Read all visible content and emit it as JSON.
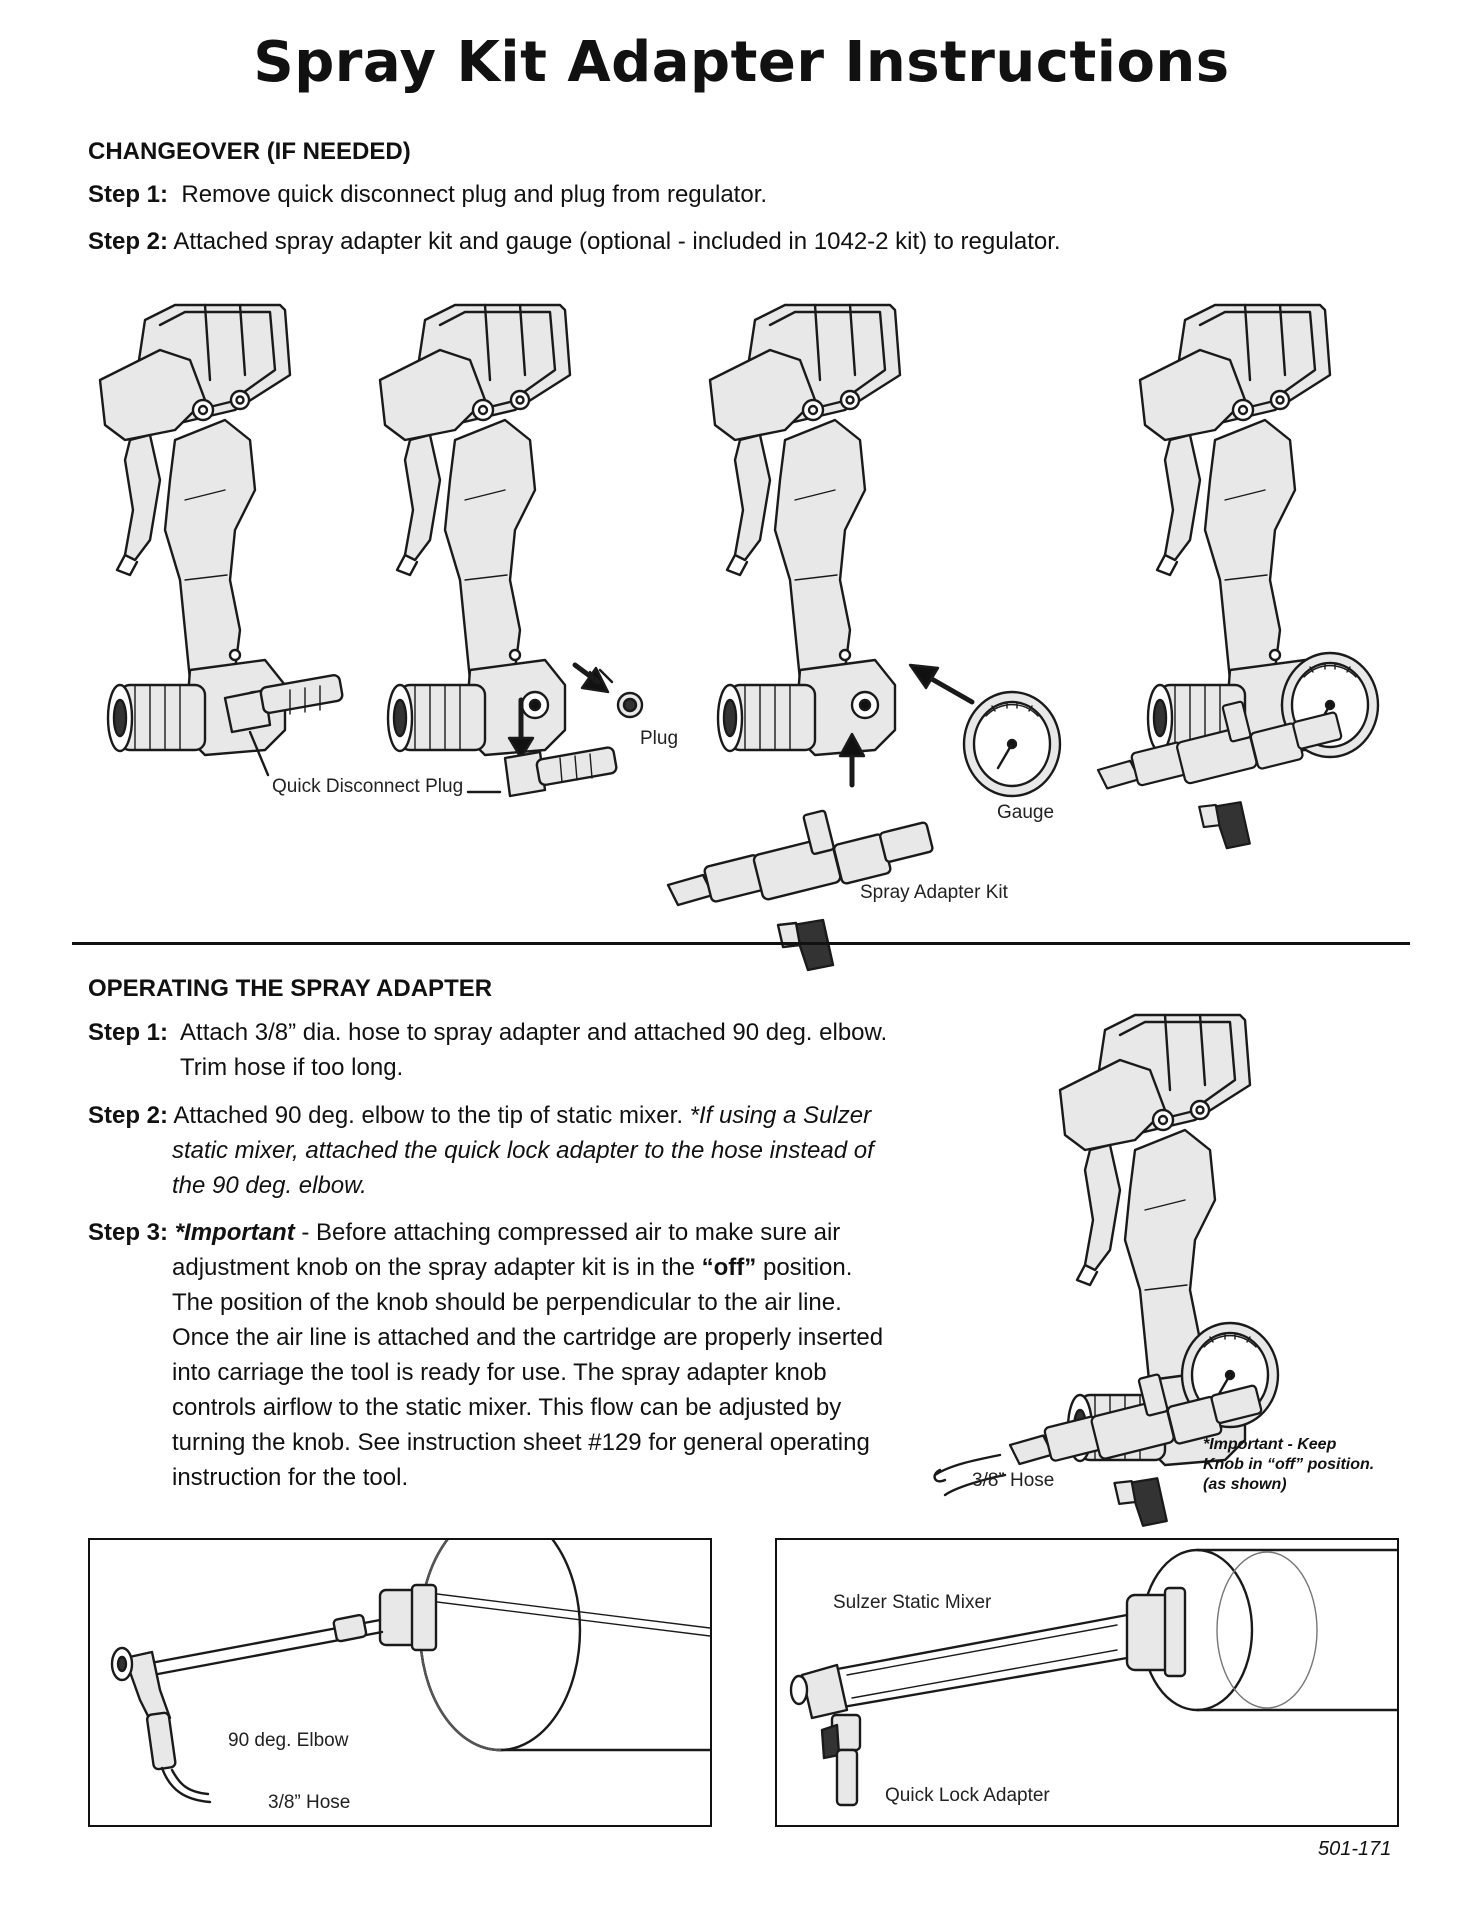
{
  "title": "Spray Kit Adapter Instructions",
  "changeover": {
    "heading": "CHANGEOVER (IF NEEDED)",
    "steps": [
      {
        "label": "Step 1:",
        "text": "Remove quick disconnect plug and plug from regulator."
      },
      {
        "label": "Step 2:",
        "text": "Attached spray adapter kit and gauge (optional - included in 1042-2 kit) to regulator."
      }
    ]
  },
  "figure_labels": {
    "quick_disconnect_plug": "Quick Disconnect Plug",
    "plug": "Plug",
    "gauge": "Gauge",
    "spray_adapter_kit": "Spray Adapter Kit"
  },
  "operating": {
    "heading": "OPERATING THE SPRAY ADAPTER",
    "step1": {
      "label": "Step 1:",
      "line1": "Attach 3/8” dia. hose to spray adapter and attached 90 deg. elbow.",
      "line2": "Trim hose if too long."
    },
    "step2": {
      "label": "Step 2:",
      "text": "Attached 90 deg. elbow to the tip of static mixer.",
      "italic_line1": "*If using a Sulzer",
      "italic_line2": "static mixer, attached the quick lock adapter to the hose instead of",
      "italic_line3": "the 90 deg. elbow."
    },
    "step3": {
      "label": "Step 3:",
      "important": "*Important",
      "line1_rest": " - Before attaching compressed air to make sure air",
      "line2_pre": "adjustment knob on the spray adapter kit is in the ",
      "line2_bold": "“off”",
      "line2_post": " position.",
      "lines": [
        "The position of the knob should be perpendicular to the air line.",
        "Once the air line is attached and the cartridge are properly inserted",
        "into carriage the tool is ready for use. The spray adapter knob",
        "controls airflow to the static mixer. This flow can be adjusted by",
        "turning the knob. See instruction sheet #129 for general operating",
        "instruction for the tool."
      ]
    },
    "figure_hose_label": "3/8” Hose",
    "important_note": [
      "*Important - Keep",
      "Knob in “off” position.",
      "(as shown)"
    ]
  },
  "bottom_left": {
    "elbow_label": "90 deg. Elbow",
    "hose_label": "3/8” Hose"
  },
  "bottom_right": {
    "mixer_label": "Sulzer Static Mixer",
    "adapter_label": "Quick Lock Adapter"
  },
  "doc_number": "501-171"
}
